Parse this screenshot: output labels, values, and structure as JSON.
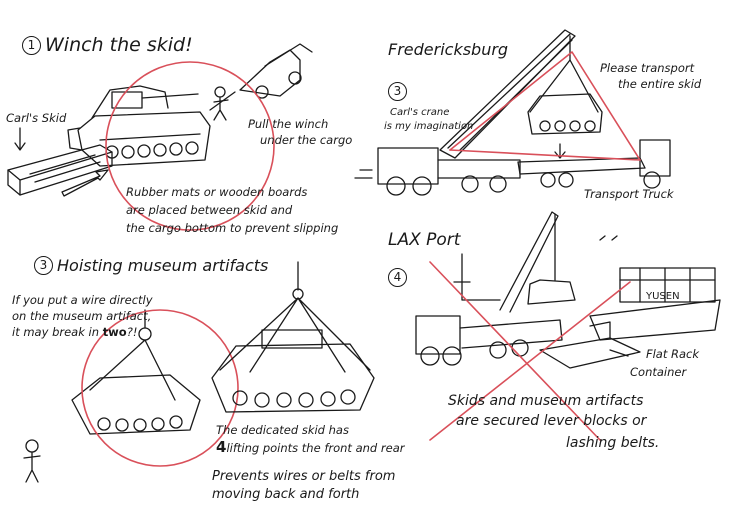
{
  "panel1": {
    "step": "1",
    "title": "Winch the skid!",
    "label_skid": "Carl's Skid",
    "note_winch_1": "Pull the winch",
    "note_winch_2": "under the cargo",
    "note_mats_1": "Rubber mats or wooden boards",
    "note_mats_2": "are placed between skid and",
    "note_mats_3": "the cargo bottom to prevent slipping"
  },
  "panel2": {
    "title": "Fredericksburg",
    "step": "3",
    "crane_1": "Carl's crane",
    "crane_2": "is my imagination",
    "transport_1": "Please transport",
    "transport_2": "the entire skid",
    "truck": "Transport Truck"
  },
  "panel3": {
    "step": "3",
    "title": "Hoisting museum artifacts",
    "warn_1": "If you put a wire directly",
    "warn_2": "on the museum artifact,",
    "warn_3": "it may break in",
    "warn_3b": "two",
    "warn_3c": "?!",
    "skid_1": "The dedicated skid has",
    "skid_2_num": "4",
    "skid_2": "lifting points the front and rear",
    "prevent_1": "Prevents wires or belts from",
    "prevent_2": "moving back and forth"
  },
  "panel4": {
    "title": "LAX Port",
    "step": "4",
    "ship_name": "YUSEN",
    "flat_1": "Flat Rack",
    "flat_2": "Container",
    "secured_1": "Skids and museum artifacts",
    "secured_2": "are secured lever blocks or",
    "secured_3": "lashing belts."
  },
  "colors": {
    "ink": "#1a1a1a",
    "red": "#d9505a"
  }
}
